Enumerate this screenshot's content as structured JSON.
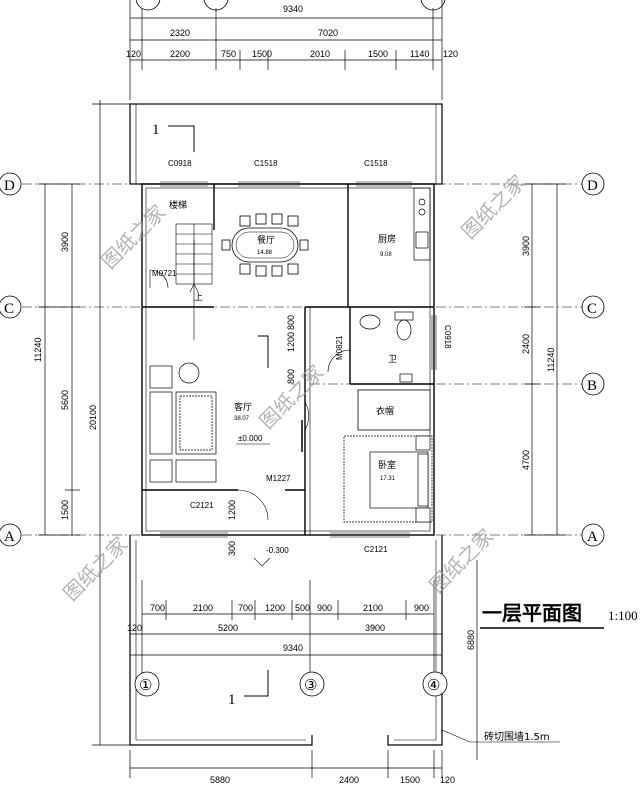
{
  "title": "一层平面图",
  "scale": "1:100",
  "watermark": "图纸之家",
  "axes": {
    "rows": [
      "D",
      "C",
      "B",
      "A"
    ],
    "cols": [
      "①",
      "③",
      "④"
    ]
  },
  "rooms": {
    "dining": {
      "name": "餐厅",
      "area": "14.88"
    },
    "kitchen": {
      "name": "厨房",
      "area": "9.08"
    },
    "living": {
      "name": "客厅",
      "area": "38.07"
    },
    "bedroom": {
      "name": "卧室",
      "area": "17.31"
    },
    "bath": {
      "name": "卫"
    },
    "wardrobe": {
      "name": "衣帽"
    },
    "stair": {
      "name": "楼梯"
    },
    "up": {
      "name": "上"
    }
  },
  "levels": {
    "floor": "±0.000",
    "outside": "-0.300"
  },
  "openings": {
    "c0918_top": "C0918",
    "c1518_a": "C1518",
    "c1518_b": "C1518",
    "m0721": "M0721",
    "m1227": "M1227",
    "c2121_a": "C2121",
    "c2121_b": "C2121",
    "c0918_right": "C0918",
    "m0821": "M0821"
  },
  "section_marks": {
    "top": "1",
    "bottom": "1"
  },
  "note": "砖切围墙1.5m",
  "dims_top": {
    "total": "9340",
    "row2": [
      "2320",
      "7020"
    ],
    "row3": [
      "120",
      "2200",
      "750",
      "1500",
      "2010",
      "1500",
      "1140",
      "120"
    ]
  },
  "dims_bottom_inner": {
    "row1": [
      "700",
      "2100",
      "700",
      "1200",
      "500",
      "900",
      "2100",
      "900"
    ],
    "row2": [
      "120",
      "5200",
      "3900"
    ],
    "total": "9340"
  },
  "dims_bottom_outer": [
    "5880",
    "2400",
    "1500",
    "120"
  ],
  "dims_left": {
    "total": "11240",
    "mid": "20100",
    "parts": [
      "3900",
      "5600",
      "1500"
    ]
  },
  "dims_right": {
    "parts": [
      "3900",
      "2400",
      "4700"
    ],
    "total": "11240",
    "yard": "6880"
  },
  "inner_dims": {
    "d800a": "800",
    "d1200": "1200",
    "d800b": "800",
    "d1200b": "1200",
    "d300": "300"
  }
}
